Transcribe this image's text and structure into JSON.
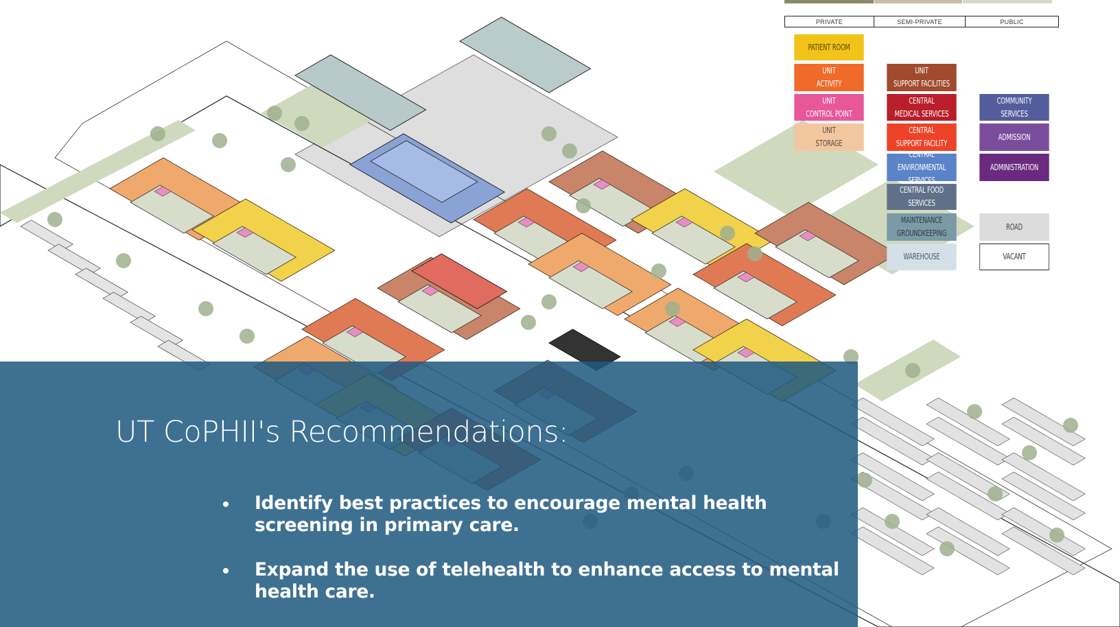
{
  "legend": {
    "headers": [
      "PRIVATE",
      "SEMI-PRIVATE",
      "PUBLIC"
    ],
    "items": [
      {
        "key": "patient_room",
        "label": "PATIENT ROOM",
        "color": "#f2c319",
        "text_color": "#5a4700"
      },
      {
        "key": "unit_activity",
        "label": "UNIT\nACTIVITY",
        "color": "#f06a2a",
        "text_color": "#ffffff"
      },
      {
        "key": "unit_control_point",
        "label": "UNIT\nCONTROL POINT",
        "color": "#e8579a",
        "text_color": "#ffffff"
      },
      {
        "key": "unit_storage",
        "label": "UNIT\nSTORAGE",
        "color": "#f2c7a0",
        "text_color": "#5b4a3a"
      },
      {
        "key": "unit_support",
        "label": "UNIT\nSUPPORT FACILITIES",
        "color": "#a04a2e",
        "text_color": "#ffffff"
      },
      {
        "key": "central_medical",
        "label": "CENTRAL\nMEDICAL SERVICES",
        "color": "#b81f2a",
        "text_color": "#ffffff"
      },
      {
        "key": "central_support",
        "label": "CENTRAL\nSUPPORT FACILITY",
        "color": "#ee4227",
        "text_color": "#ffffff"
      },
      {
        "key": "central_environmental",
        "label": "CENTRAL\nENVIRONMENTAL SERVICES",
        "color": "#5b83c8",
        "text_color": "#ffffff"
      },
      {
        "key": "central_food",
        "label": "CENTRAL FOOD SERVICES",
        "color": "#5f7088",
        "text_color": "#ffffff"
      },
      {
        "key": "maintenance",
        "label": "MAINTENANCE\nGROUNDKEEPING",
        "color": "#7a9aa6",
        "text_color": "#2c3b42"
      },
      {
        "key": "warehouse",
        "label": "WAREHOUSE",
        "color": "#d3e0e8",
        "text_color": "#4a5866"
      },
      {
        "key": "community",
        "label": "COMMUNITY\nSERVICES",
        "color": "#545d9c",
        "text_color": "#ffffff"
      },
      {
        "key": "admission",
        "label": "ADMISSION",
        "color": "#7a4d9c",
        "text_color": "#ffffff"
      },
      {
        "key": "administration",
        "label": "ADMINISTRATION",
        "color": "#6a2a80",
        "text_color": "#ffffff"
      },
      {
        "key": "road",
        "label": "ROAD",
        "color": "#dcdcdc",
        "text_color": "#444444"
      },
      {
        "key": "vacant",
        "label": "VACANT",
        "color": "#ffffff",
        "text_color": "#333333"
      }
    ]
  },
  "overlay": {
    "title": "UT CoPHII's Recommendations:",
    "bullets": [
      "Identify best practices to encourage mental health screening in primary care.",
      "Expand the use of telehealth to enhance access to mental health care."
    ],
    "color": "#1e5880"
  },
  "colors": {
    "grass": "#cfd9bd",
    "tree": "#9fb08e",
    "paving": "#dedede",
    "court": "#d8dccb"
  }
}
